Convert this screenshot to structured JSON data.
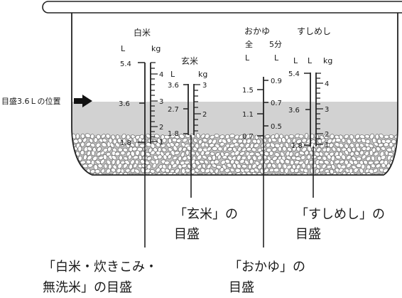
{
  "colors": {
    "water": "#d2d2d2",
    "rice_bed": "#bdbdbd",
    "outline": "#222222",
    "grain_fill": "#ffffff",
    "grain_stroke": "#6b6b6b"
  },
  "position_label": "目盛3.6Ｌの位置",
  "scales": {
    "hakumai": {
      "title": "白米",
      "unit_left": "L",
      "unit_right": "kg",
      "left_ticks": [
        "5.4",
        "3.6",
        "1.8"
      ],
      "right_ticks": [
        "4",
        "3",
        "2",
        "1"
      ]
    },
    "genmai": {
      "title": "玄米",
      "unit_left": "L",
      "unit_right": "kg",
      "left_ticks": [
        "3.6",
        "2.7",
        "1.8"
      ],
      "right_ticks": [
        "3",
        "2"
      ]
    },
    "okayu": {
      "title": "おかゆ",
      "sub_left": "全",
      "sub_right": "5分",
      "unit_left": "L",
      "unit_right": "L",
      "left_ticks": [
        "1.5",
        "1.1",
        "0.7"
      ],
      "right_ticks": [
        "0.9",
        "0.7",
        "0.5"
      ]
    },
    "sushimeshi": {
      "title": "すしめし",
      "unit_left": "L",
      "unit_right": "kg",
      "left_ticks": [
        "5.4",
        "3.6",
        "1.8"
      ],
      "right_ticks": [
        "4",
        "3",
        "2",
        "1"
      ]
    }
  },
  "callouts": {
    "genmai": [
      "「玄米」の",
      "目盛"
    ],
    "sushimeshi": [
      "「すしめし」の",
      "目盛"
    ],
    "hakumai": [
      "「白米・炊きこみ・",
      "無洗米」の目盛"
    ],
    "okayu": [
      "「おかゆ」の",
      "目盛"
    ]
  }
}
